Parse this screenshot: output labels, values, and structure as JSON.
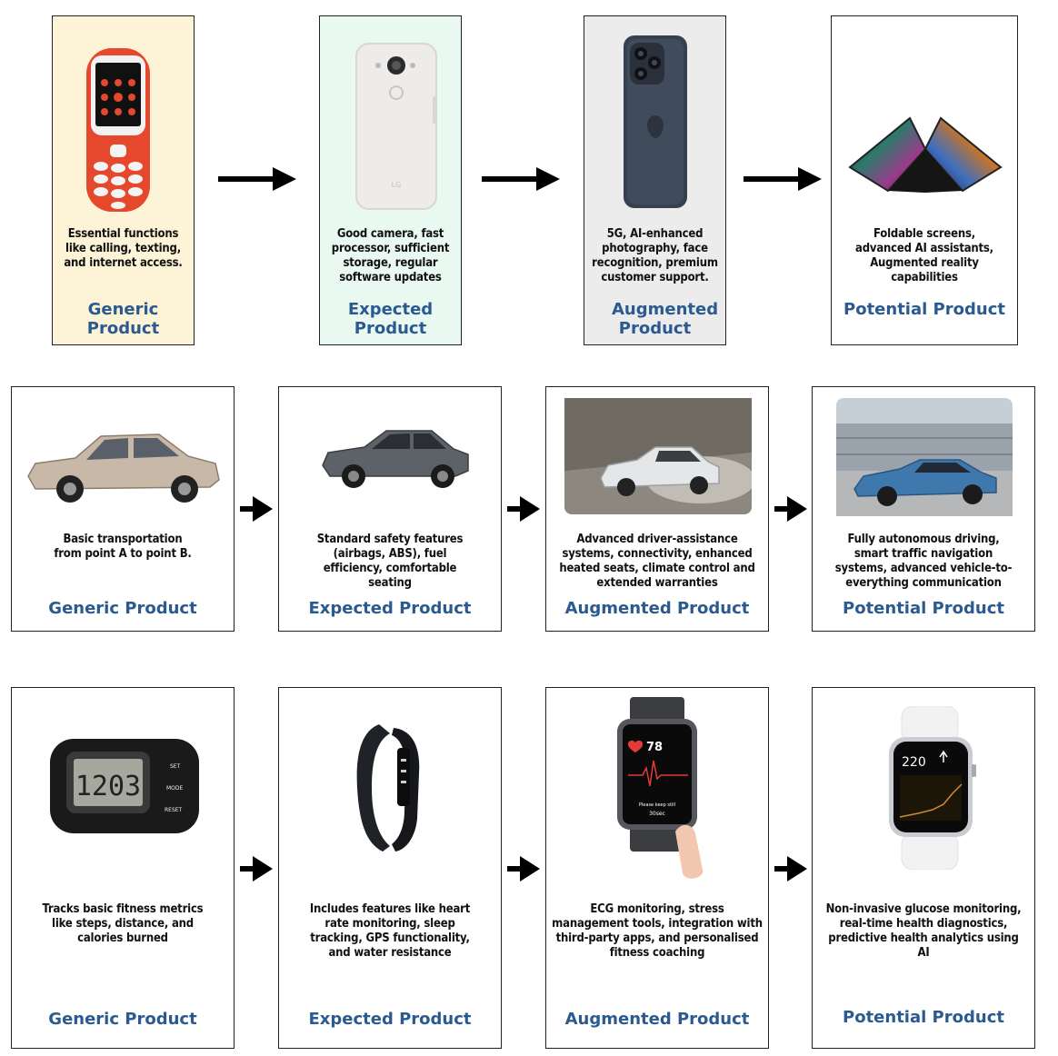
{
  "rows": [
    {
      "cards": [
        {
          "description": "Essential functions like calling, texting, and internet access.",
          "label": "Generic Product",
          "image": "basic-feature-phone-icon"
        },
        {
          "description": "Good camera, fast processor, sufficient storage, regular software updates",
          "label": "Expected Product",
          "image": "smartphone-back-icon"
        },
        {
          "description": "5G, AI-enhanced photography, face recognition, premium customer support.",
          "label": "Augmented Product",
          "image": "premium-smartphone-icon"
        },
        {
          "description": "Foldable screens, advanced AI assistants, Augmented reality capabilities",
          "label": "Potential Product",
          "image": "foldable-phone-icon"
        }
      ]
    },
    {
      "cards": [
        {
          "description": "Basic transportation from point A to point B.",
          "label": "Generic Product",
          "image": "basic-sedan-icon"
        },
        {
          "description": "Standard safety features (airbags, ABS), fuel efficiency, comfortable seating",
          "label": "Expected Product",
          "image": "modern-sedan-icon"
        },
        {
          "description": "Advanced driver-assistance systems, connectivity, enhanced heated seats, climate control and extended warranties",
          "label": "Augmented Product",
          "image": "luxury-suv-icon"
        },
        {
          "description": "Fully autonomous driving, smart traffic navigation systems, advanced vehicle-to-everything communication",
          "label": "Potential Product",
          "image": "electric-sports-car-icon"
        }
      ]
    },
    {
      "cards": [
        {
          "description": "Tracks basic fitness metrics like steps, distance, and calories burned",
          "label": "Generic Product",
          "image": "pedometer-icon",
          "screen_text": "1203"
        },
        {
          "description": "Includes features like heart rate monitoring, sleep tracking, GPS functionality, and water resistance",
          "label": "Expected Product",
          "image": "fitness-band-icon"
        },
        {
          "description": "ECG monitoring, stress management tools, integration with third-party apps, and personalised fitness coaching",
          "label": "Augmented Product",
          "image": "ecg-smartwatch-icon",
          "screen_text": "78",
          "screen_subtext": "Please keep still",
          "screen_time": "30sec"
        },
        {
          "description": "Non-invasive glucose monitoring, real-time health diagnostics, predictive health analytics using AI",
          "label": "Potential Product",
          "image": "glucose-smartwatch-icon",
          "screen_text": "220"
        }
      ]
    }
  ]
}
